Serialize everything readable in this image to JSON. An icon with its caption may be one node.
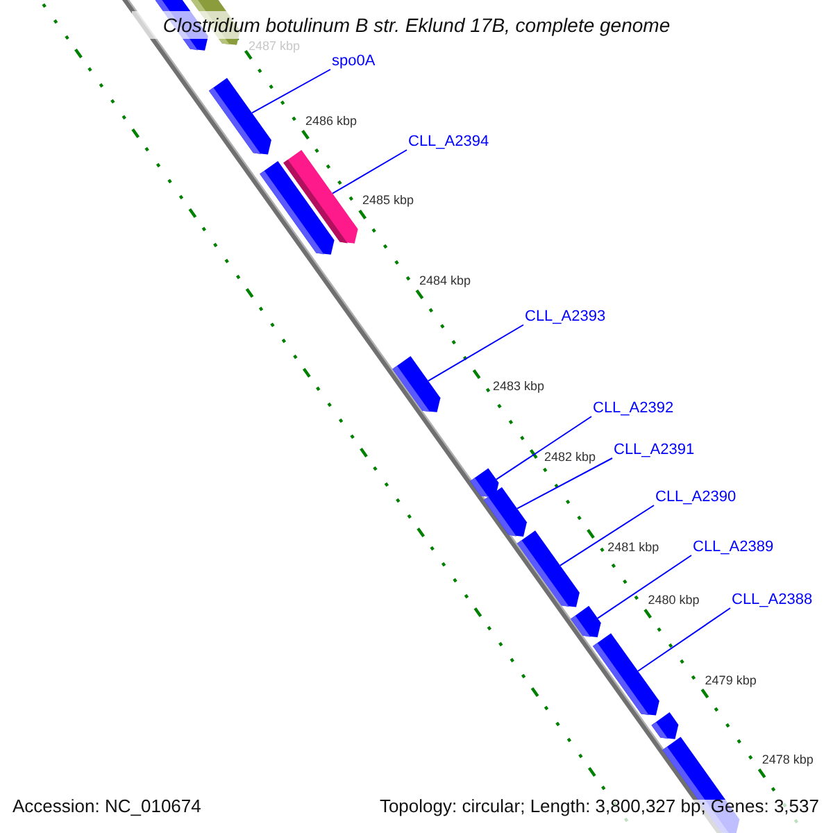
{
  "diagram": {
    "title": "Clostridium botulinum B str. Eklund 17B, complete genome",
    "nodes": [
      {
        "text": [
          "spo0A"
        ]
      },
      {
        "text": [
          "CLL_A2394"
        ]
      },
      {
        "text": [
          "CLL_A2393"
        ]
      },
      {
        "text": [
          "CLL_A2392"
        ]
      },
      {
        "text": [
          "CLL_A2391"
        ]
      },
      {
        "text": [
          "CLL_A2390"
        ]
      },
      {
        "text": [
          "CLL_A2389"
        ]
      },
      {
        "text": [
          "CLL_A2388"
        ]
      },
      {
        "text": [],
        "shape": "bar"
      },
      {
        "text": [],
        "shape": "bar"
      },
      {
        "text": [],
        "shape": "bar"
      },
      {
        "text": [],
        "shape": "bar"
      },
      {
        "text": [],
        "shape": "bar"
      },
      {
        "text": [],
        "shape": "bar"
      },
      {
        "text": [],
        "shape": "bar"
      },
      {
        "text": [],
        "shape": "bar"
      },
      {
        "text": [],
        "shape": "bar"
      },
      {
        "text": [],
        "shape": "bar"
      },
      {
        "text": [],
        "shape": "bar"
      },
      {
        "text": [],
        "shape": "bar"
      },
      {
        "text": [],
        "shape": "bar"
      }
    ],
    "edges": [
      {
        "from": 0,
        "to": 10,
        "arrow": "none"
      },
      {
        "from": 1,
        "to": 12,
        "arrow": "none"
      },
      {
        "from": 2,
        "to": 13,
        "arrow": "none"
      },
      {
        "from": 3,
        "to": 14,
        "arrow": "none"
      },
      {
        "from": 4,
        "to": 15,
        "arrow": "none"
      },
      {
        "from": 5,
        "to": 16,
        "arrow": "none"
      },
      {
        "from": 6,
        "to": 17,
        "arrow": "none"
      },
      {
        "from": 7,
        "to": 18,
        "arrow": "none"
      }
    ],
    "labels": [
      "2487 kbp",
      "2486 kbp",
      "2485 kbp",
      "2484 kbp",
      "2483 kbp",
      "2482 kbp",
      "2481 kbp",
      "2480 kbp",
      "2479 kbp",
      "2478 kbp",
      "Accession: NC_010674",
      "Topology: circular; Length: 3,800,327 bp; Genes: 3,537"
    ]
  }
}
